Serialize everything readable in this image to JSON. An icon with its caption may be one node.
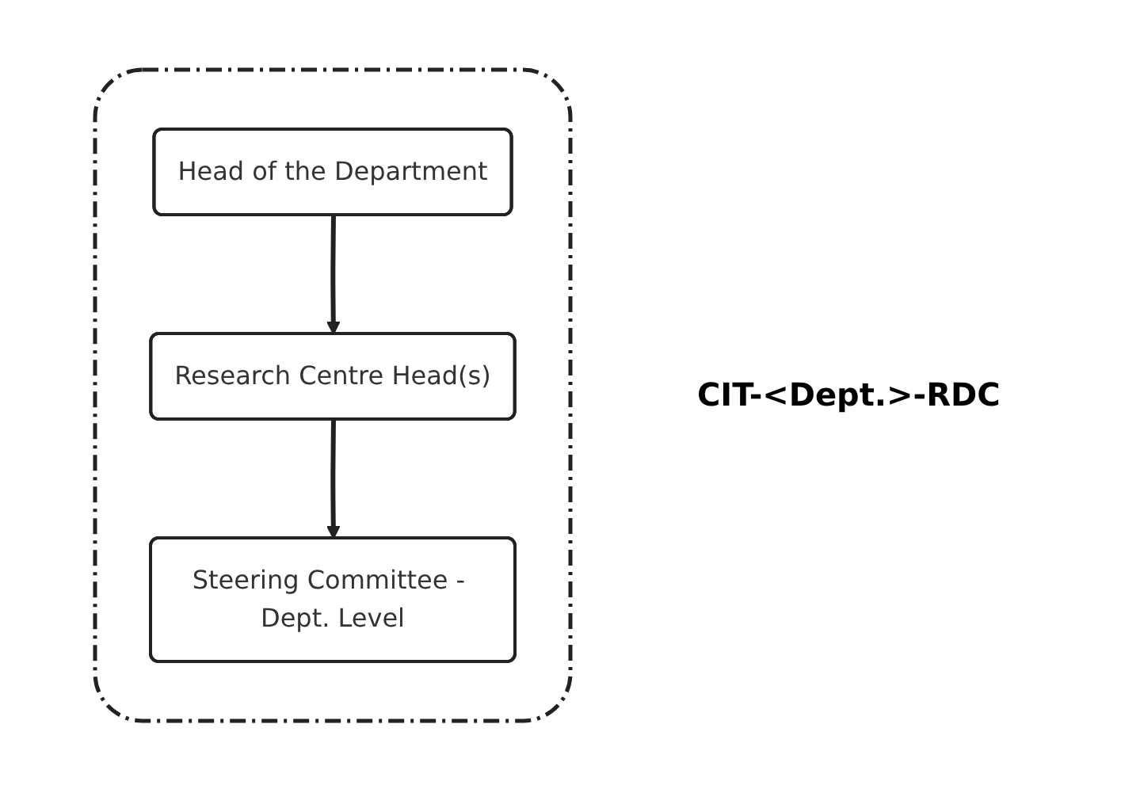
{
  "diagram": {
    "nodes": [
      {
        "text": [],
        "shape": "box"
      },
      {
        "text": [
          "Head of the Department"
        ],
        "in": 0
      },
      {
        "text": [
          "Research Centre Head(s)"
        ],
        "in": 0
      },
      {
        "text": [
          "Steering Committee - Dept. Level"
        ],
        "in": 0
      }
    ],
    "edges": [
      {
        "from": 1,
        "to": 2,
        "arrow": "to"
      },
      {
        "from": 2,
        "to": 3,
        "arrow": "to"
      }
    ],
    "labels": [
      "CIT-<Dept.>-RDC"
    ]
  }
}
